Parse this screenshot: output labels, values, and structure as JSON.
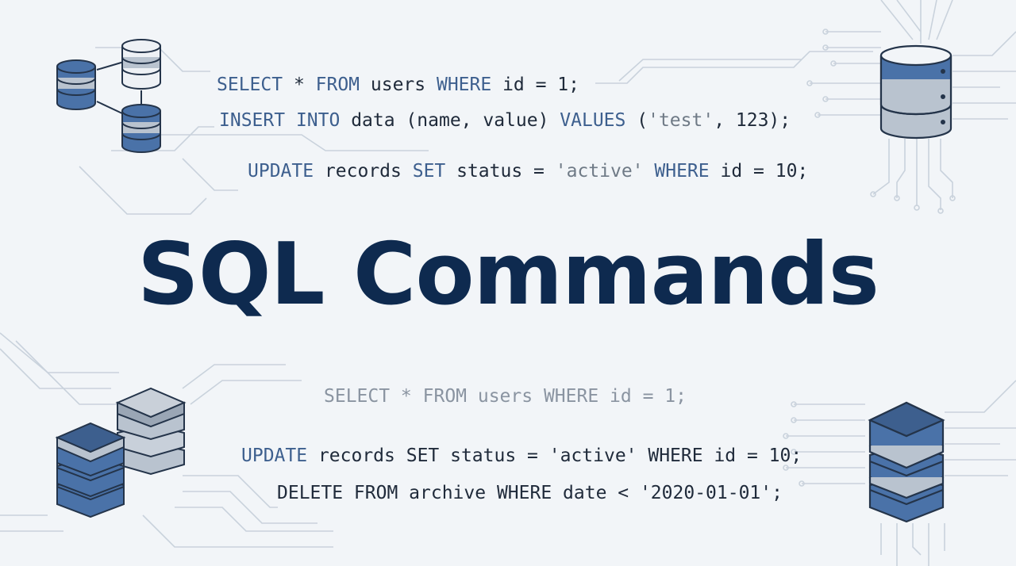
{
  "title": "SQL Commands",
  "colors": {
    "background": "#f2f5f8",
    "title": "#0e2a4f",
    "keyword": "#3d5f8e",
    "text": "#1f2a3a",
    "string": "#6f7a86",
    "faded": "#8a94a1",
    "db_blue": "#4a72a8",
    "db_gray": "#b9c3cf"
  },
  "icons": {
    "top_left": "database-network-icon",
    "top_right": "database-server-icon",
    "bottom_left": "database-stack-icon",
    "bottom_right": "database-stack-icon"
  },
  "top_code": {
    "line1": {
      "k1": "SELECT",
      "t1": " * ",
      "k2": "FROM",
      "t2": " users ",
      "k3": "WHERE",
      "t3": " id = 1;"
    },
    "line2": {
      "k1": "INSERT",
      "t1": " ",
      "k2": "INTO",
      "t2": " data (name, value) ",
      "k3": "VALUES",
      "t3": " (",
      "s1": "'test'",
      "t4": ", 123);"
    },
    "line3": {
      "k1": "UPDATE",
      "t1": " records ",
      "k2": "SET",
      "t2": " status = ",
      "s1": "'active'",
      "t3": " ",
      "k3": "WHERE",
      "t4": " id = 10;"
    }
  },
  "bottom_code": {
    "line1": "SELECT * FROM users WHERE id = 1;",
    "line2": {
      "k1": "UPDATE",
      "t1": " records SET status = 'active' WHERE id = 10;"
    },
    "line3": "DELETE FROM archive WHERE date < '2020-01-01';"
  }
}
